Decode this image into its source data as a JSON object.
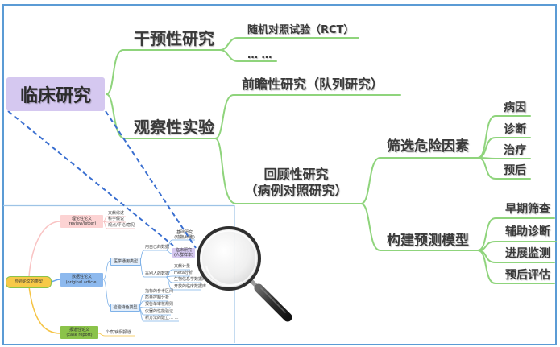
{
  "main_map": {
    "root": "临床研究",
    "branches": [
      {
        "label": "干预性研究",
        "children": [
          "随机对照试验（RCT）",
          "… …"
        ]
      },
      {
        "label": "观察性实验",
        "children": [
          {
            "label": "前瞻性研究（队列研究）"
          },
          {
            "label_lines": [
              "回顾性研究",
              "（病例对照研究）"
            ],
            "children": [
              {
                "label": "筛选危险因素",
                "children": [
                  "病因",
                  "诊断",
                  "治疗",
                  "预后"
                ]
              },
              {
                "label": "构建预测模型",
                "children": [
                  "早期筛查",
                  "辅助诊断",
                  "进展监测",
                  "预后评估"
                ]
              }
            ]
          }
        ]
      }
    ]
  },
  "inset_map": {
    "root": "检验论文的类型",
    "branches": [
      {
        "label_lines": [
          "理论性论文",
          "(review/letter)"
        ],
        "children": [
          "文献综述",
          "科学假说",
          "观点/评论/意见"
        ]
      },
      {
        "label_lines": [
          "数据性论文",
          "(original article)"
        ],
        "children": [
          {
            "label": "医学通用类型",
            "children": [
              {
                "label": "用自己的数据",
                "children": [
                  {
                    "label_lines": [
                      "基础研究",
                      "(动物/细胞)"
                    ]
                  },
                  {
                    "label_lines": [
                      "临床研究",
                      "(人群样本)"
                    ]
                  }
                ]
              },
              {
                "label": "采别人的数据",
                "children": [
                  "文献计量",
                  "meta分析",
                  "生物信息学数据库",
                  "开放的临床数据库"
                ]
              }
            ]
          },
          {
            "label": "检验特色类型",
            "children": [
              "指标的参考区间",
              "质量控制分析",
              "报告单审核规则",
              "仪器的性能验证",
              "新方法的建立… …"
            ]
          }
        ]
      },
      {
        "label_lines": [
          "报道性论文",
          "(case report)"
        ],
        "children": [
          "个案/病例报道"
        ]
      }
    ]
  },
  "decorations": {
    "magnifier_icon": "magnifying-glass-icon",
    "connector": "dashed lines linking main root to inset 临床研究 node"
  },
  "colors": {
    "frame": "#5b9bd5",
    "branch_line": "#8fd47c",
    "root_fill": "#d5c8f0",
    "dashed_connector": "#3a6fd0",
    "inset_pink": "#fcd3d3",
    "inset_blue": "#8db9ee",
    "inset_green": "#8bc34a",
    "inset_yellow": "#f7c948"
  }
}
